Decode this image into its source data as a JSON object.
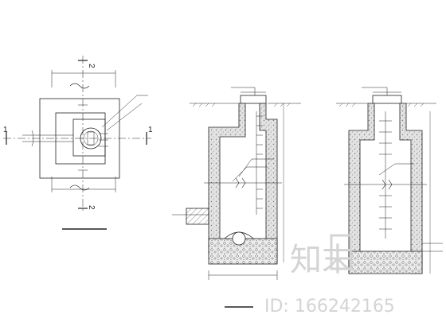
{
  "colors": {
    "background": "#ffffff",
    "line": "#222222",
    "concrete": "#d9d9d9",
    "watermark": "#d4d4d4"
  },
  "plan": {
    "section_mark_left": "1",
    "section_mark_right": "1",
    "section_mark_top": "2",
    "section_mark_bottom": "2"
  },
  "watermark": {
    "brand": "知末",
    "id_text": "ID: 166242165"
  }
}
